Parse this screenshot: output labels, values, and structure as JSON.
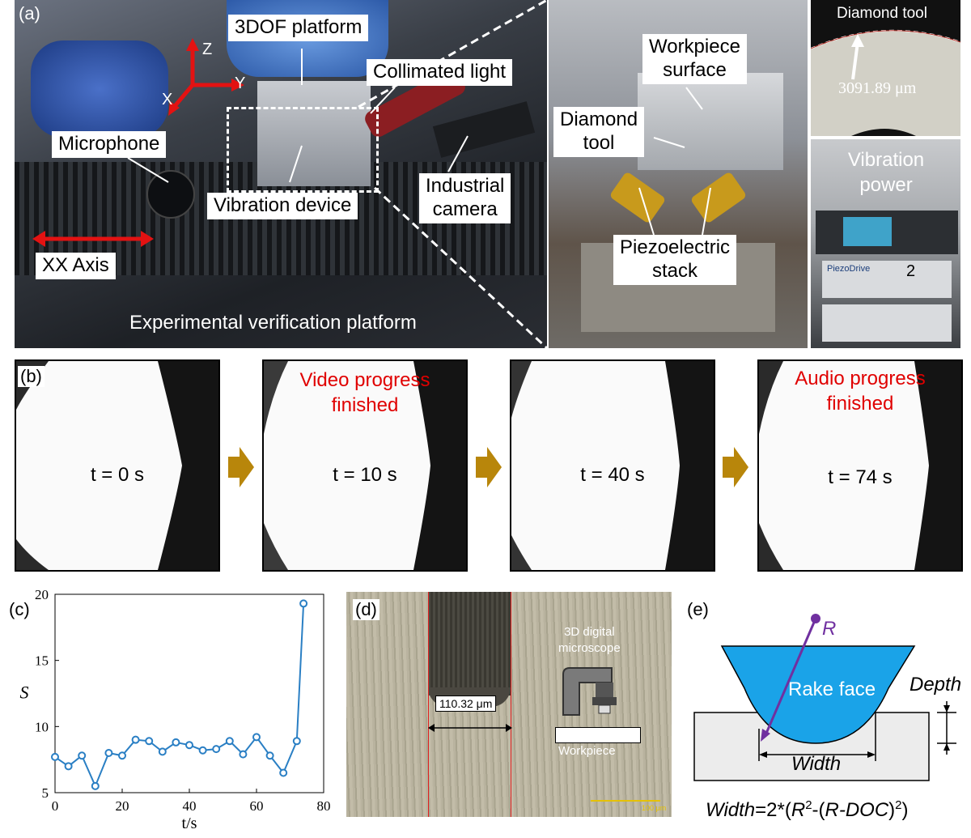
{
  "panel_a": {
    "letter": "(a)",
    "labels": {
      "platform_3dof": "3DOF platform",
      "collimated_light": "Collimated light",
      "microphone": "Microphone",
      "vibration_device": "Vibration device",
      "industrial_camera_1": "Industrial",
      "industrial_camera_2": "camera",
      "xx_axis": "XX Axis",
      "platform_caption": "Experimental verification platform",
      "axis_z": "Z",
      "axis_y": "Y",
      "axis_x": "X",
      "workpiece_surface_1": "Workpiece",
      "workpiece_surface_2": "surface",
      "diamond_tool_1": "Diamond",
      "diamond_tool_2": "tool",
      "piezo_1": "Piezoelectric",
      "piezo_2": "stack",
      "diamond_tool_title": "Diamond tool",
      "radius_value": "3091.89 μm",
      "vibration_power_1": "Vibration",
      "vibration_power_2": "power",
      "piezodrive": "PiezoDrive",
      "unit_2": "2"
    }
  },
  "panel_b": {
    "letter": "(b)",
    "frames": [
      {
        "time": "t = 0 s",
        "note1": "",
        "note2": ""
      },
      {
        "time": "t = 10 s",
        "note1": "Video progress",
        "note2": "finished"
      },
      {
        "time": "t = 40 s",
        "note1": "",
        "note2": ""
      },
      {
        "time": "t = 74 s",
        "note1": "Audio progress",
        "note2": "finished"
      }
    ],
    "arrow_color": "#b8860b"
  },
  "panel_c": {
    "letter": "(c)",
    "chart_data": {
      "type": "line",
      "xlabel": "t/s",
      "ylabel": "S",
      "xlim": [
        0,
        80
      ],
      "ylim": [
        5,
        20
      ],
      "xticks": [
        0,
        20,
        40,
        60,
        80
      ],
      "yticks": [
        5,
        10,
        15,
        20
      ],
      "grid": false,
      "color": "#2a7fc4",
      "series": [
        {
          "x": [
            0,
            4,
            8,
            12,
            16,
            20,
            24,
            28,
            32,
            36,
            40,
            44,
            48,
            52,
            56,
            60,
            64,
            68,
            72,
            74
          ],
          "y": [
            7.7,
            7.0,
            7.8,
            5.5,
            8.0,
            7.8,
            9.0,
            8.9,
            8.1,
            8.8,
            8.6,
            8.2,
            8.3,
            8.9,
            7.9,
            9.2,
            7.8,
            6.5,
            8.9,
            19.3
          ]
        }
      ]
    }
  },
  "panel_d": {
    "letter": "(d)",
    "width_label": "110.32 μm",
    "microscope_1": "3D digital",
    "microscope_2": "microscope",
    "workpiece": "Workpiece",
    "scale_bar": "100 μm"
  },
  "panel_e": {
    "letter": "(e)",
    "r_label": "R",
    "rake_face": "Rake face",
    "depth": "Depth",
    "width": "Width",
    "formula_prefix": "Width",
    "formula_eq": "=2*(",
    "formula_r": "R",
    "formula_mid": "-(",
    "formula_inner": "R-DOC",
    "formula_close": ")",
    "formula_end": ")",
    "sup": "2",
    "rake_color": "#1aa3e8",
    "r_color": "#7030a0"
  }
}
